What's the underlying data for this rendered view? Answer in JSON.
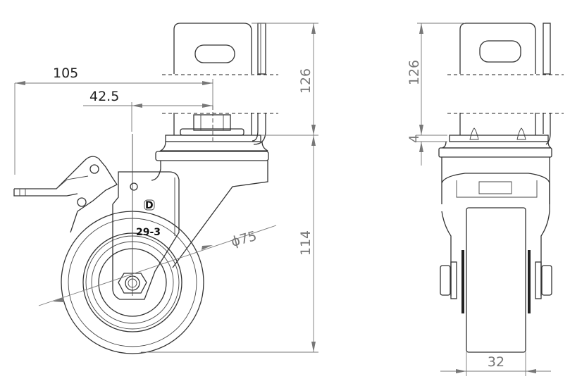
{
  "drawing": {
    "side_view": {
      "dim_overhang": "105",
      "dim_offset": "42.5",
      "dim_diameter": "ϕ75",
      "dim_mount_height": "126",
      "dim_total_height": "114",
      "marking": "29-3",
      "logo_letter": "D"
    },
    "front_view": {
      "dim_mount_height": "126",
      "dim_plate": "4",
      "dim_width": "32"
    }
  }
}
